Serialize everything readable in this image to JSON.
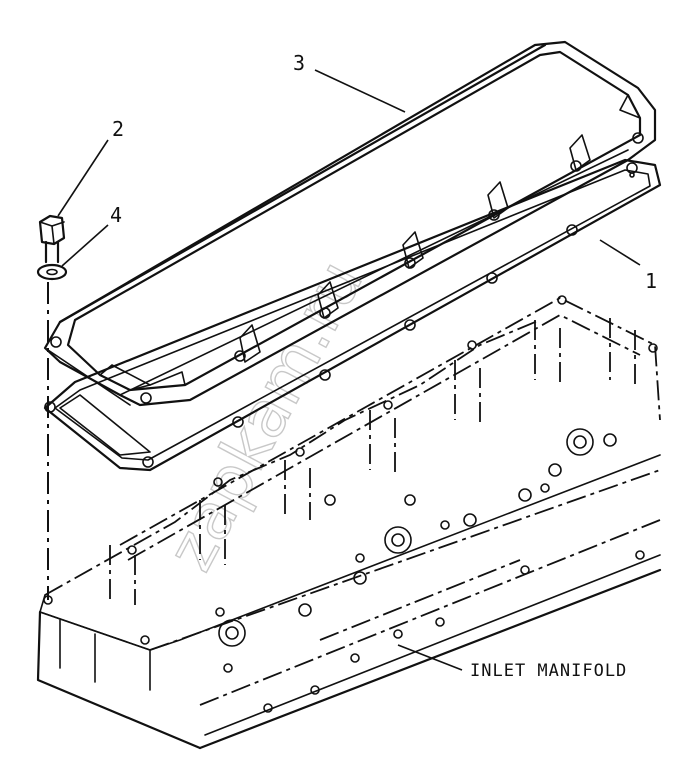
{
  "callouts": {
    "c1": "1",
    "c2": "2",
    "c3": "3",
    "c4": "4"
  },
  "labels": {
    "inlet_manifold": "INLET MANIFOLD"
  },
  "watermark": "zapkam.ru",
  "colors": {
    "line": "#111111",
    "background": "#ffffff",
    "watermark": "#c8c8c8"
  }
}
